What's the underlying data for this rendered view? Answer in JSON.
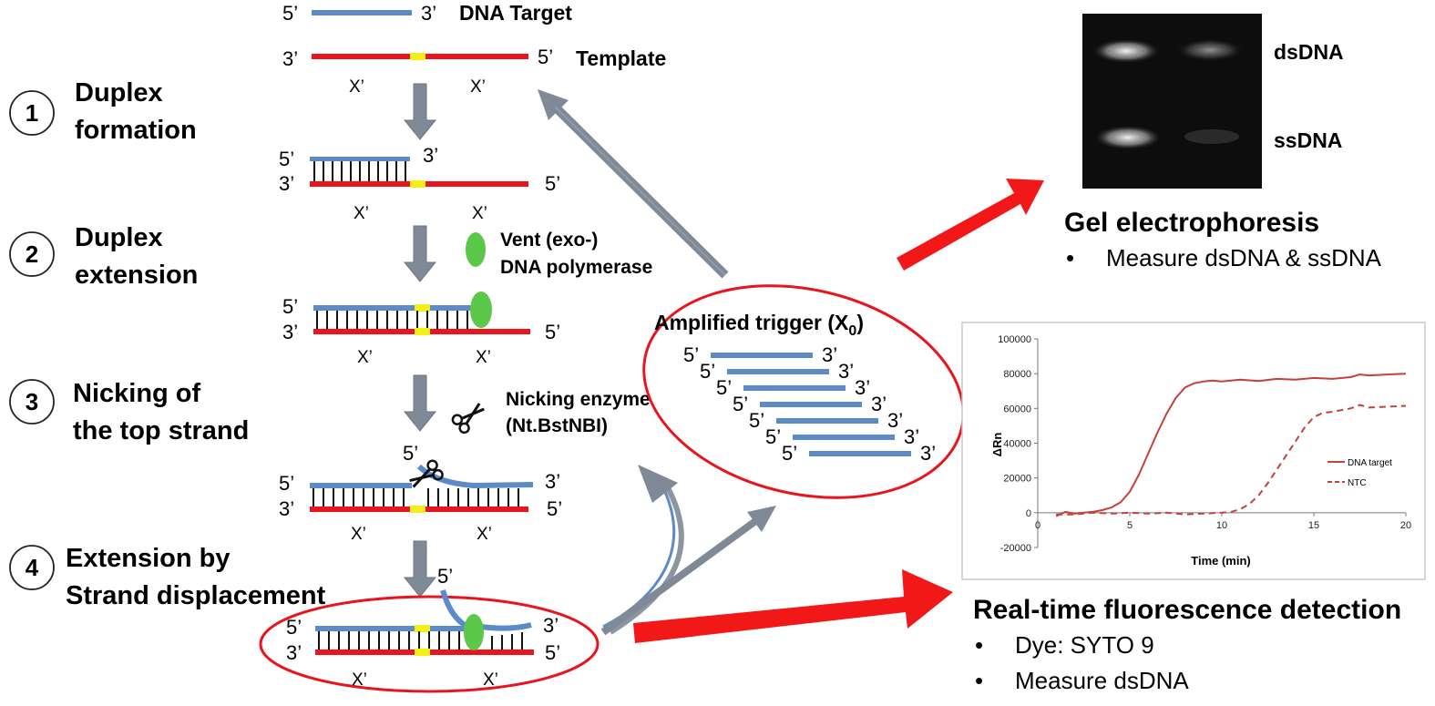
{
  "labels": {
    "five_prime": "5’",
    "three_prime": "3’",
    "x_prime": "X’",
    "dna_target": "DNA Target",
    "template": "Template"
  },
  "steps": [
    {
      "num": "1",
      "line1": "Duplex",
      "line2": "formation"
    },
    {
      "num": "2",
      "line1": "Duplex",
      "line2": "extension"
    },
    {
      "num": "3",
      "line1": "Nicking of",
      "line2": "the top strand"
    },
    {
      "num": "4",
      "line1": "Extension by",
      "line2": "Strand displacement"
    }
  ],
  "enzymes": {
    "polymerase_line1": "Vent (exo-)",
    "polymerase_line2": "DNA polymerase",
    "nicking_line1": "Nicking enzyme",
    "nicking_line2": "(Nt.BstNBI)"
  },
  "trigger": {
    "title": "Amplified trigger (X",
    "subscript": "0",
    "close": ")"
  },
  "gel": {
    "band_upper": "dsDNA",
    "band_lower": "ssDNA",
    "title": "Gel electrophoresis",
    "bullets": [
      "Measure dsDNA & ssDNA"
    ]
  },
  "fluorescence": {
    "title": "Real-time fluorescence detection",
    "bullets": [
      "Dye: SYTO 9",
      "Measure dsDNA"
    ]
  },
  "colors": {
    "blue_strand": "#5b8bc8",
    "red_strand": "#e8141e",
    "yellow_site": "#f4ee18",
    "polymerase": "#5cc84a",
    "arrow_grey": "#7f8a96",
    "big_arrow_red": "#f21818",
    "curve_red": "#c4413a"
  },
  "chart_data": {
    "type": "line",
    "xlabel": "Time (min)",
    "ylabel": "ΔRn",
    "xlim": [
      0,
      20
    ],
    "ylim": [
      -20000,
      100000
    ],
    "xticks": [
      0,
      5,
      10,
      15,
      20
    ],
    "yticks": [
      -20000,
      0,
      20000,
      40000,
      60000,
      80000,
      100000
    ],
    "grid": false,
    "legend_position": "right",
    "series": [
      {
        "name": "DNA target",
        "style": "solid",
        "x": [
          1,
          1.5,
          2,
          2.5,
          3,
          3.5,
          4,
          4.5,
          5,
          5.5,
          6,
          6.5,
          7,
          7.5,
          8,
          8.5,
          9,
          9.5,
          10,
          11,
          12,
          13,
          14,
          15,
          16,
          17,
          17.5,
          18,
          19,
          20
        ],
        "y": [
          -2000,
          500,
          -500,
          0,
          500,
          1500,
          3000,
          6000,
          12000,
          22000,
          34000,
          46000,
          57000,
          66000,
          72000,
          74500,
          75500,
          76000,
          75500,
          76500,
          75800,
          77000,
          76500,
          77500,
          77000,
          78000,
          79500,
          79000,
          79500,
          80000
        ]
      },
      {
        "name": "NTC",
        "style": "dashed",
        "x": [
          1,
          2,
          3,
          4,
          5,
          6,
          7,
          8,
          9,
          10,
          10.5,
          11,
          11.5,
          12,
          12.5,
          13,
          13.5,
          14,
          14.5,
          15,
          15.5,
          16,
          17,
          17.5,
          18,
          19,
          20
        ],
        "y": [
          -1000,
          -1000,
          0,
          -500,
          0,
          -500,
          0,
          -1000,
          -500,
          0,
          500,
          2000,
          5000,
          10000,
          17000,
          25000,
          33000,
          41000,
          49000,
          55000,
          57500,
          58000,
          60000,
          62000,
          60500,
          61000,
          61500
        ]
      }
    ]
  }
}
